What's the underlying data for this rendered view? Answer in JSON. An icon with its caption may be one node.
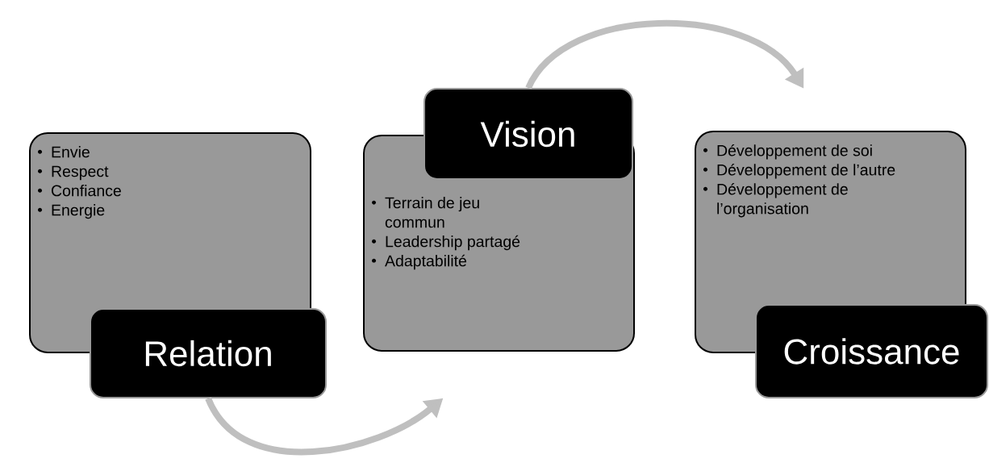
{
  "diagram": {
    "nodes": [
      {
        "text": [
          "Envie",
          "Respect",
          "Confiance",
          "Energie"
        ]
      },
      {
        "text": [
          "Relation"
        ]
      },
      {
        "text": [
          "Terrain de jeu commun",
          "Leadership partagé",
          "Adaptabilité"
        ]
      },
      {
        "text": [
          "Vision"
        ]
      },
      {
        "text": [
          "Développement de soi",
          "Développement de l’autre",
          "Développement de l’organisation"
        ]
      },
      {
        "text": [
          "Croissance"
        ]
      }
    ],
    "edges": [
      {
        "from": 1,
        "to": 2,
        "arrow": "to"
      },
      {
        "from": 3,
        "to": 4,
        "arrow": "to"
      }
    ]
  }
}
